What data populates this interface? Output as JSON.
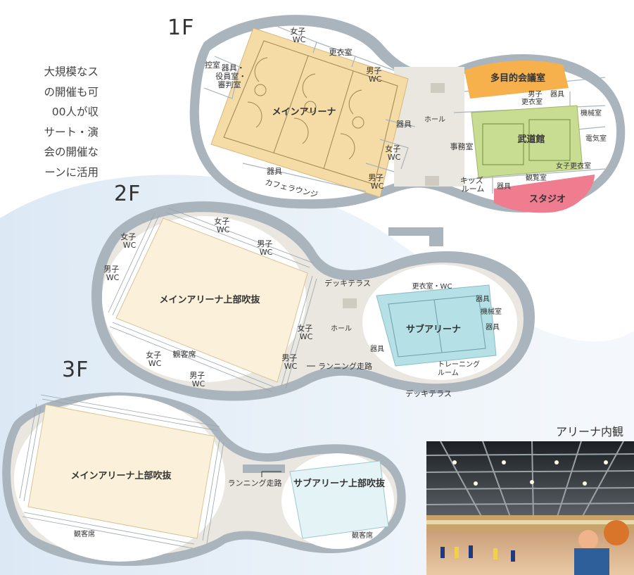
{
  "intro_lines": [
    "大規模なス",
    "の開催も可",
    "00人が収",
    "サート・演",
    "会の開催な",
    "ーンに活用"
  ],
  "floors": {
    "f1": {
      "label": "1F",
      "rooms": {
        "toilet_f_top": [
          "女子",
          "WC"
        ],
        "locker_top": "更衣室",
        "toilet_m_top": [
          "男子",
          "WC"
        ],
        "control": "控室",
        "equip_officials": [
          "器具・",
          "役員室・",
          "審判室"
        ],
        "main_arena": "メインアリーナ",
        "equip_right": "器具",
        "toilet_f_right": [
          "女子",
          "WC"
        ],
        "toilet_m_bottom": [
          "男子",
          "WC"
        ],
        "equip_bottom": "器具",
        "cafe": "カフェラウンジ",
        "hall": "ホール",
        "office": "事務室",
        "kids": [
          "キッズ",
          "ルーム"
        ],
        "multipurpose": "多目的会議室",
        "locker_m": [
          "男子",
          "更衣室"
        ],
        "equip_budo": "器具",
        "machine": "機械室",
        "electrical": "電気室",
        "budokan": "武道館",
        "locker_f": "女子更衣室",
        "equip_studio": "器具",
        "viewing": "観覧室",
        "studio": "スタジオ"
      }
    },
    "f2": {
      "label": "2F",
      "rooms": {
        "toilet_f_top": [
          "女子",
          "WC"
        ],
        "toilet_f_left": [
          "女子",
          "WC"
        ],
        "toilet_m_top": [
          "男子",
          "WC"
        ],
        "toilet_m_left": [
          "男子",
          "WC"
        ],
        "main_void": "メインアリーナ上部吹抜",
        "toilet_f_bottom": [
          "女子",
          "WC"
        ],
        "seats": "観客席",
        "toilet_m_bottom": [
          "男子",
          "WC"
        ],
        "deck_top": "デッキテラス",
        "hall": "ホール",
        "toilet_f_hall": [
          "女子",
          "WC"
        ],
        "toilet_m_hall": [
          "男子",
          "WC"
        ],
        "running": "ランニング走路",
        "locker_wc": "更衣室・WC",
        "equip_a": "器具",
        "machine": "機械室",
        "equip_b": "器具",
        "sub_arena": "サブアリーナ",
        "equip_c": "器具",
        "training": [
          "トレーニング",
          "ルーム"
        ],
        "deck_bottom": "デッキテラス"
      }
    },
    "f3": {
      "label": "3F",
      "rooms": {
        "main_void": "メインアリーナ上部吹抜",
        "seats_main": "観客席",
        "running": "ランニング走路",
        "sub_void": "サブアリーナ上部吹抜",
        "seats_sub": "観客席"
      }
    }
  },
  "photo": {
    "caption": "アリーナ内観"
  },
  "colors": {
    "wall": "#a9b4bd",
    "floor": "#ffffff",
    "corridor": "#e9e7e0",
    "main_arena": "#f5dca6",
    "budokan": "#c9dd92",
    "multipurpose": "#f6b04c",
    "studio": "#ef7d8f",
    "sub_arena": "#b5e0e6",
    "void": "#fbf1da",
    "sub_void": "#e4f4f6",
    "bg_wave": "#e4eef8"
  }
}
